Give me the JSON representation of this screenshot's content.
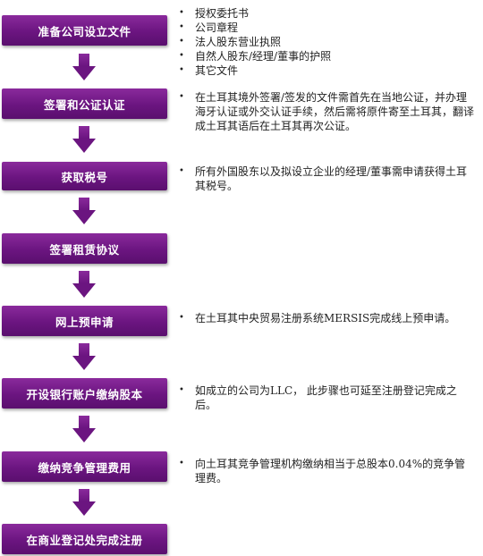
{
  "steps": [
    {
      "label": "准备公司设立文件",
      "notes": [
        "授权委托书",
        "公司章程",
        "法人股东营业执照",
        "自然人股东/经理/董事的护照",
        "其它文件"
      ]
    },
    {
      "label": "签署和公证认证",
      "notes": [
        "在土耳其境外签署/签发的文件需首先在当地公证，并办理海牙认证或外交认证手续，然后需将原件寄至土耳其，翻译成土耳其语后在土耳其再次公证。"
      ]
    },
    {
      "label": "获取税号",
      "notes": [
        "所有外国股东以及拟设立企业的经理/董事需申请获得土耳其税号。"
      ]
    },
    {
      "label": "签署租赁协议",
      "notes": []
    },
    {
      "label": "网上预申请",
      "notes": [
        "在土耳其中央贸易注册系统MERSIS完成线上预申请。"
      ]
    },
    {
      "label": "开设银行账户缴纳股本",
      "notes": [
        "如成立的公司为LLC， 此步骤也可延至注册登记完成之后。"
      ]
    },
    {
      "label": "缴纳竞争管理费用",
      "notes": [
        "向土耳其竞争管理机构缴纳相当于总股本0.04%的竞争管理费。"
      ]
    },
    {
      "label": "在商业登记处完成注册",
      "notes": []
    }
  ],
  "bullet_symbol": "•"
}
